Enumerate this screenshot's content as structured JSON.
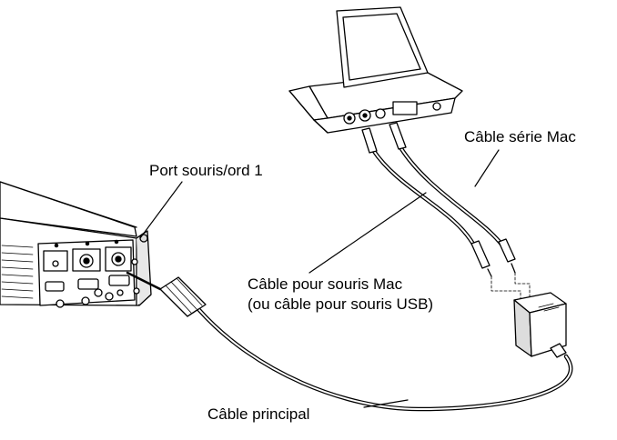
{
  "labels": {
    "port": "Port souris/ord 1",
    "serie": "Câble série Mac",
    "souris_line1": "Câble pour souris Mac",
    "souris_line2": "(ou câble pour souris USB)",
    "principal": "Câble principal"
  },
  "colors": {
    "ink": "#000000",
    "paper": "#ffffff"
  }
}
